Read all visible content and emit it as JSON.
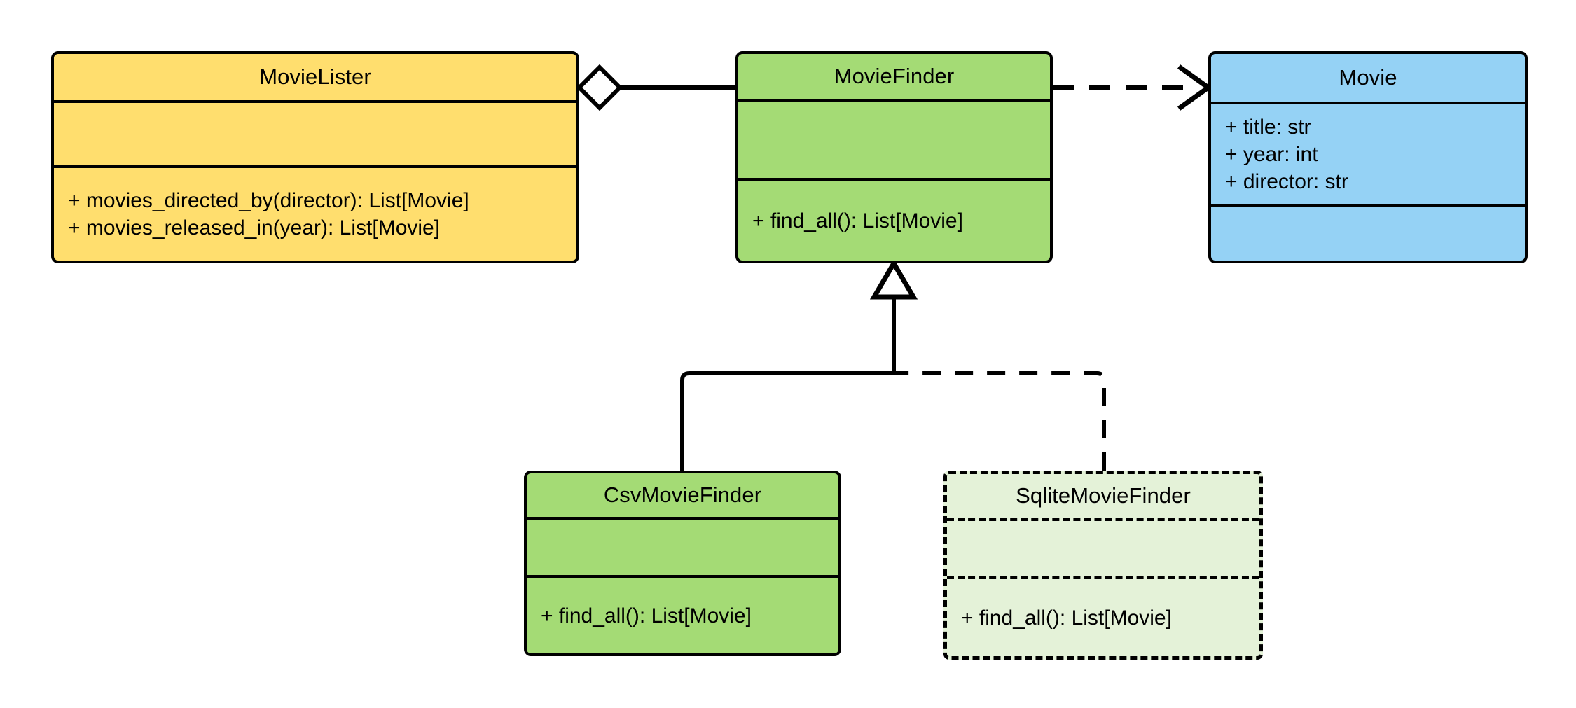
{
  "diagram": {
    "type": "uml-class-diagram",
    "title": "MovieLister dependency-injection class diagram",
    "background_color": "#ffffff",
    "line_color": "#000000"
  },
  "classes": [
    {
      "id": "movielister",
      "name": "MovieLister",
      "fill_color": "#FFDE6E",
      "border_style": "solid",
      "attributes": [],
      "methods": [
        "+ movies_directed_by(director): List[Movie]",
        "+ movies_released_in(year): List[Movie]"
      ]
    },
    {
      "id": "moviefinder",
      "name": "MovieFinder",
      "fill_color": "#A4DB75",
      "border_style": "solid",
      "attributes": [],
      "methods": [
        "+ find_all(): List[Movie]"
      ]
    },
    {
      "id": "movie",
      "name": "Movie",
      "fill_color": "#95D2F5",
      "border_style": "solid",
      "attributes": [
        "+ title: str",
        "+ year: int",
        "+ director: str"
      ],
      "methods": []
    },
    {
      "id": "csvmoviefinder",
      "name": "CsvMovieFinder",
      "fill_color": "#A4DB75",
      "border_style": "solid",
      "attributes": [],
      "methods": [
        "+ find_all(): List[Movie]"
      ]
    },
    {
      "id": "sqlitemoviefinder",
      "name": "SqliteMovieFinder",
      "fill_color": "#E4F2D8",
      "border_style": "dashed",
      "attributes": [],
      "methods": [
        "+ find_all(): List[Movie]"
      ]
    }
  ],
  "relationships": [
    {
      "id": "aggregation-lister-finder",
      "kind": "aggregation",
      "from": "MovieLister",
      "to": "MovieFinder",
      "line_style": "solid",
      "source_marker": "hollow-diamond",
      "target_marker": "none"
    },
    {
      "id": "dependency-finder-movie",
      "kind": "dependency",
      "from": "MovieFinder",
      "to": "Movie",
      "line_style": "dashed",
      "source_marker": "none",
      "target_marker": "open-arrow"
    },
    {
      "id": "inheritance-csv-finder",
      "kind": "generalization",
      "from": "CsvMovieFinder",
      "to": "MovieFinder",
      "line_style": "solid",
      "source_marker": "none",
      "target_marker": "hollow-triangle"
    },
    {
      "id": "inheritance-sqlite-finder",
      "kind": "generalization",
      "from": "SqliteMovieFinder",
      "to": "MovieFinder",
      "line_style": "dashed",
      "source_marker": "none",
      "target_marker": "hollow-triangle"
    }
  ]
}
